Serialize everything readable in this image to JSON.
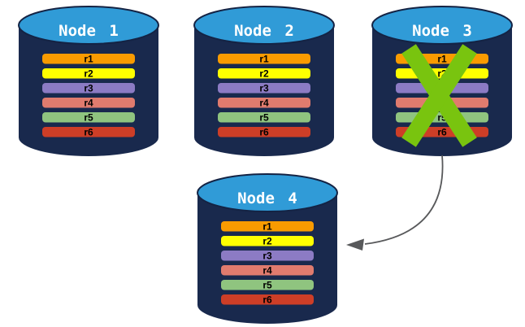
{
  "nodes": [
    {
      "label": "Node 1",
      "status": "healthy",
      "replicas": [
        "r1",
        "r2",
        "r3",
        "r4",
        "r5",
        "r6"
      ]
    },
    {
      "label": "Node 2",
      "status": "healthy",
      "replicas": [
        "r1",
        "r2",
        "r3",
        "r4",
        "r5",
        "r6"
      ]
    },
    {
      "label": "Node 3",
      "status": "failed",
      "replicas": [
        "r1",
        "r2",
        "r3",
        "r4",
        "r5",
        "r6"
      ]
    },
    {
      "label": "Node 4",
      "status": "healthy",
      "replicas": [
        "r1",
        "r2",
        "r3",
        "r4",
        "r5",
        "r6"
      ]
    }
  ],
  "icons": {
    "failure_mark": "green-x-mark-icon",
    "transfer": "curved-arrow-left-icon"
  },
  "colors": {
    "cylinder_body": "#19294D",
    "cylinder_top": "#309BD7",
    "cylinder_outline": "#142344",
    "node_label": "#FFFFFF",
    "replica_label": "#000000",
    "replica_fills": [
      "#F99B00",
      "#FFFF00",
      "#8C7BC4",
      "#E07B6E",
      "#8FC47F",
      "#CD3E27"
    ],
    "failure_x": "#79C40F",
    "arrow": "#58595B"
  }
}
